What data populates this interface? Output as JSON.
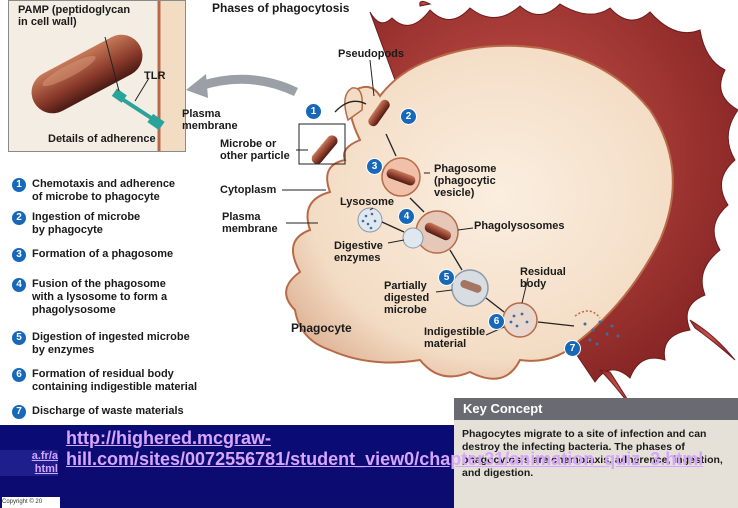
{
  "title": "Phases of phagocytosis",
  "inset": {
    "pamp": "PAMP (peptidoglycan\nin cell wall)",
    "tlr": "TLR",
    "caption": "Details of adherence"
  },
  "labels": {
    "plasma_membrane_inset": "Plasma\nmembrane",
    "pseudopods": "Pseudopods",
    "microbe": "Microbe or\nother particle",
    "cytoplasm": "Cytoplasm",
    "plasma_membrane": "Plasma\nmembrane",
    "lysosome": "Lysosome",
    "phagosome": "Phagosome\n(phagocytic\nvesicle)",
    "phagolysosomes": "Phagolysosomes",
    "digestive_enzymes": "Digestive\nenzymes",
    "residual_body": "Residual\nbody",
    "partially_digested": "Partially\ndigested\nmicrobe",
    "indigestible": "Indigestible\nmaterial",
    "phagocyte": "Phagocyte"
  },
  "diagram_numbers": [
    "1",
    "2",
    "3",
    "4",
    "5",
    "6",
    "7"
  ],
  "steps": [
    {
      "num": "1",
      "text": "Chemotaxis and adherence\nof microbe to phagocyte"
    },
    {
      "num": "2",
      "text": "Ingestion of microbe\nby phagocyte"
    },
    {
      "num": "3",
      "text": "Formation of a phagosome"
    },
    {
      "num": "4",
      "text": "Fusion of the phagosome\nwith a lysosome to form a\nphagolysosome"
    },
    {
      "num": "5",
      "text": "Digestion of ingested microbe\nby enzymes"
    },
    {
      "num": "6",
      "text": "Formation of residual body\ncontaining indigestible material"
    },
    {
      "num": "7",
      "text": "Discharge of waste materials"
    }
  ],
  "key_concept": {
    "heading": "Key Concept",
    "text": "Phagocytes migrate to a site of infection and can destroy the infecting bacteria. The phases of phagocytosis are chemotaxis, adherence, ingestion, and digestion."
  },
  "links": {
    "main": "http://highered.mcgraw-hill.com/sites/0072556781/student_view0/chapter31/animation_quiz_3.html",
    "partial": "a.fr/a\nhtml"
  },
  "copyright": "Copyright © 20",
  "colors": {
    "background": "#0b0b80",
    "cell": "#f3dcc4",
    "cell_edge": "#b86a48",
    "spike": "#a8322e",
    "badge": "#1768b8",
    "link": "#d6a6ff"
  }
}
